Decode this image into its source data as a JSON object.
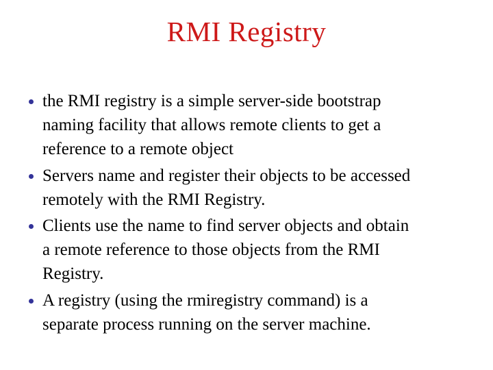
{
  "slide": {
    "title": "RMI Registry",
    "bullets": [
      {
        "lines": [
          "the RMI registry is a simple server-side bootstrap",
          "naming facility that allows remote clients to get a",
          "reference to a remote object"
        ]
      },
      {
        "lines": [
          "Servers name and register their objects to be accessed",
          "remotely with the RMI Registry."
        ]
      },
      {
        "lines": [
          "Clients use the name to find server objects and obtain",
          "a remote reference to those objects from the RMI",
          "Registry."
        ]
      },
      {
        "lines": [
          "A registry (using the rmiregistry command) is a",
          "separate process running on the server machine."
        ]
      }
    ]
  },
  "colors": {
    "title": "#cd1919",
    "bullet_dot": "#333399",
    "body_text": "#000000",
    "background": "#ffffff"
  }
}
